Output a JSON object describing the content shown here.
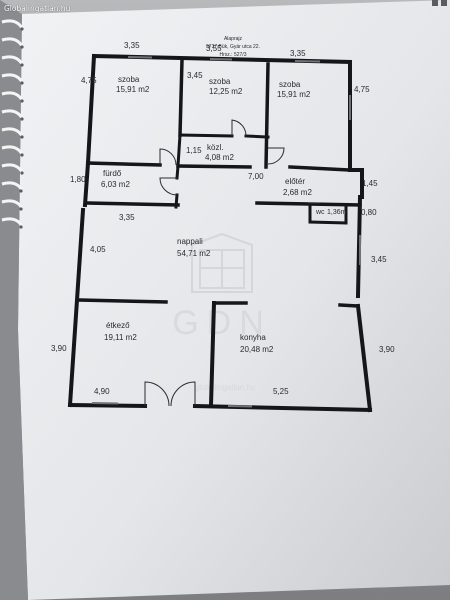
{
  "watermark": {
    "top_left": "Globalingatlan.hu"
  },
  "sheet": {
    "title": "Alaprajz",
    "address": "9737 Bük, Gyár utca 22.",
    "parcel": "Hrsz.: 527/3"
  },
  "rooms": [
    {
      "id": "szoba-1",
      "name": "szoba",
      "area": "15,91 m2"
    },
    {
      "id": "szoba-2",
      "name": "szoba",
      "area": "12,25 m2"
    },
    {
      "id": "szoba-3",
      "name": "szoba",
      "area": "15,91 m2"
    },
    {
      "id": "kozl",
      "name": "közl.",
      "area": "4,08 m2"
    },
    {
      "id": "furdo",
      "name": "fürdő",
      "area": "6,03 m2"
    },
    {
      "id": "eloter",
      "name": "előtér",
      "area": "2,68 m2"
    },
    {
      "id": "wc",
      "name": "wc",
      "area": "1,36m"
    },
    {
      "id": "nappali",
      "name": "nappali",
      "area": "54,71 m2"
    },
    {
      "id": "etkezo",
      "name": "étkező",
      "area": "19,11 m2"
    },
    {
      "id": "konyha",
      "name": "konyha",
      "area": "20,48 m2"
    }
  ],
  "dimensions": {
    "top_left": "3,35",
    "top_middle": "3,55",
    "top_right": "3,35",
    "left_top": "4,75",
    "inner_345": "3,45",
    "right_top": "4,75",
    "kozl_width": "1,15",
    "corridor": "7,00",
    "left_bath": "1,80",
    "right_145": "1,45",
    "right_080": "0,80",
    "inner_335": "3,35",
    "nappali_left": "4,05",
    "right_345": "3,45",
    "left_bottom": "3,90",
    "right_bottom": "3,90",
    "bottom_left": "4,90",
    "bottom_right": "5,25"
  },
  "logo": {
    "text": "GDN"
  },
  "footer_watermark": "globalingatlan.hu",
  "colors": {
    "wall": "#15161a",
    "line": "#2b2c30",
    "text": "#2a2b2f",
    "paper": "#e5e7ea",
    "background": "#8e8f92",
    "window": "#6f7276"
  }
}
